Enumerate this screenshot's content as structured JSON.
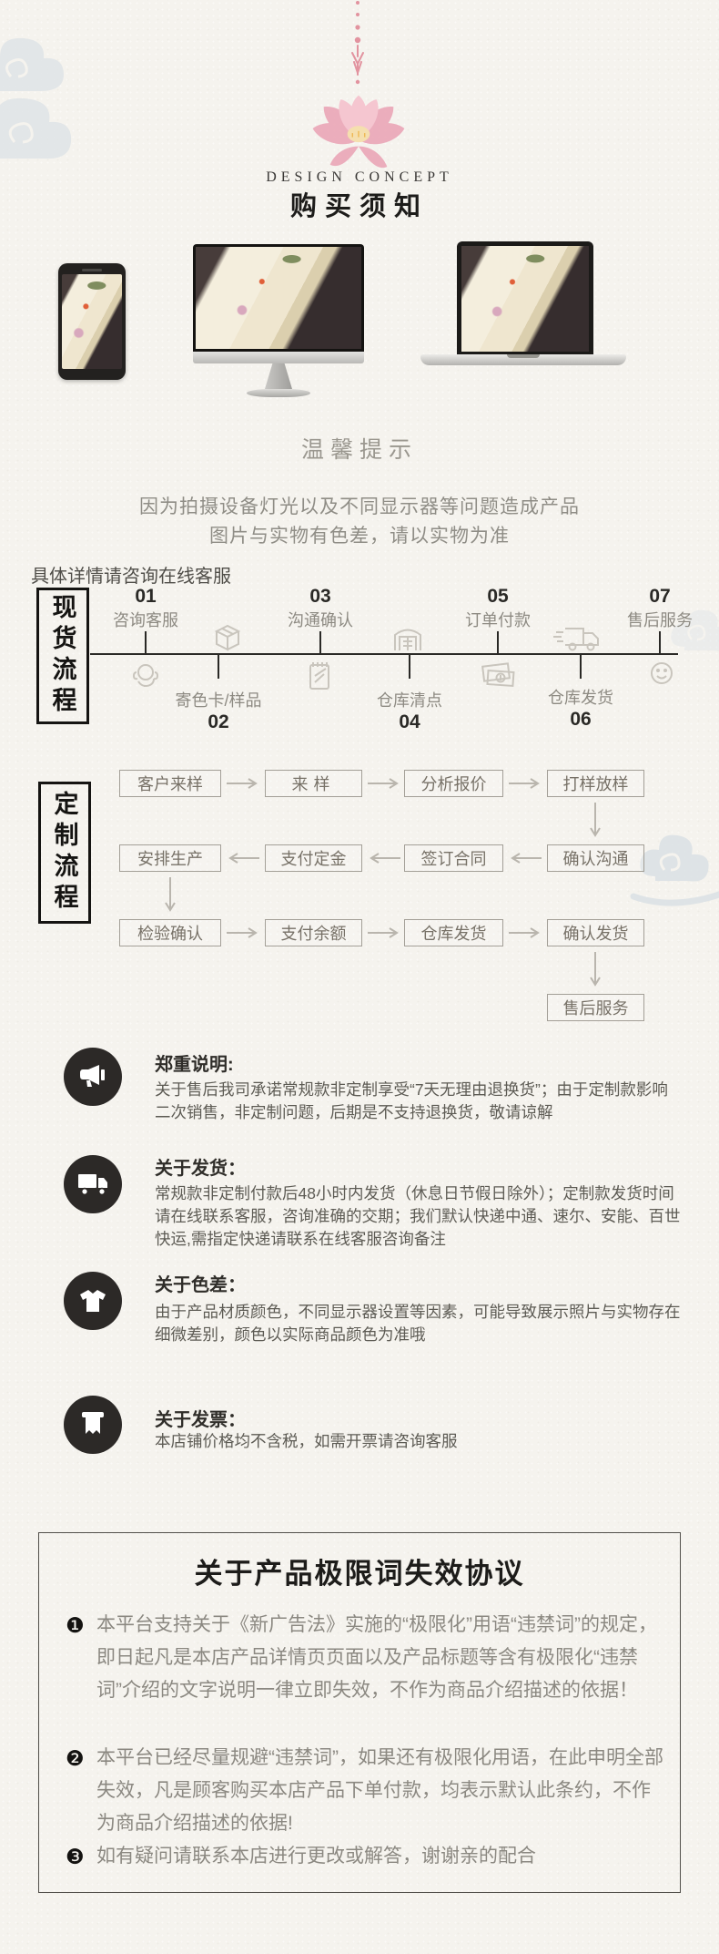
{
  "header": {
    "brand_caption": "DESIGN CONCEPT",
    "title": "购买须知"
  },
  "tips": {
    "heading": "温馨提示",
    "line1": "因为拍摄设备灯光以及不同显示器等问题造成产品",
    "line2": "图片与实物有色差，请以实物为准"
  },
  "consult_note": "具体详情请咨询在线客服",
  "spot_flow": {
    "label": "现货流程",
    "steps_top": [
      {
        "num": "01",
        "label": "咨询客服"
      },
      {
        "num": "03",
        "label": "沟通确认"
      },
      {
        "num": "05",
        "label": "订单付款"
      },
      {
        "num": "07",
        "label": "售后服务"
      }
    ],
    "steps_bottom": [
      {
        "num": "02",
        "label": "寄色卡/样品"
      },
      {
        "num": "04",
        "label": "仓库清点"
      },
      {
        "num": "06",
        "label": "仓库发货"
      }
    ],
    "icons_above": [
      "carton-box-icon",
      "warehouse-icon",
      "delivery-truck-icon"
    ],
    "icons_below": [
      "headset-agent-icon",
      "notepad-icon",
      "money-icon",
      "smiley-icon"
    ]
  },
  "custom_flow": {
    "label": "定制流程",
    "row1": [
      "客户来样",
      "来样",
      "分析报价",
      "打样放样"
    ],
    "row2": [
      "安排生产",
      "支付定金",
      "签订合同",
      "确认沟通"
    ],
    "row3": [
      "检验确认",
      "支付余额",
      "仓库发货",
      "确认发货"
    ],
    "row4": [
      "售后服务"
    ]
  },
  "notices": [
    {
      "icon": "megaphone-icon",
      "title": "郑重说明:",
      "body": "关于售后我司承诺常规款非定制享受“7天无理由退换货”；由于定制款影响二次销售，非定制问题，后期是不支持退换货，敬请谅解"
    },
    {
      "icon": "truck-icon",
      "title": "关于发货：",
      "body": "常规款非定制付款后48小时内发货（休息日节假日除外）；定制款发货时间请在线联系客服，咨询准确的交期；我们默认快递中通、速尔、安能、百世快运,需指定快递请联系在线客服咨询备注"
    },
    {
      "icon": "tshirt-icon",
      "title": "关于色差：",
      "body": "由于产品材质颜色，不同显示器设置等因素，可能导致展示照片与实物存在细微差别，颜色以实际商品颜色为准哦"
    },
    {
      "icon": "receipt-icon",
      "title": "关于发票：",
      "body": "本店铺价格均不含税，如需开票请咨询客服"
    }
  ],
  "agreement": {
    "title": "关于产品极限词失效协议",
    "items": [
      {
        "num": "❶",
        "text": "本平台支持关于《新广告法》实施的“极限化”用语“违禁词”的规定，即日起凡是本店产品详情页页面以及产品标题等含有极限化“违禁词”介绍的文字说明一律立即失效，不作为商品介绍描述的依据！"
      },
      {
        "num": "❷",
        "text": "本平台已经尽量规避“违禁词”，如果还有极限化用语，在此申明全部失效，凡是顾客购买本店产品下单付款，均表示默认此条约，不作为商品介绍描述的依据!"
      },
      {
        "num": "❸",
        "text": "如有疑问请联系本店进行更改或解答，谢谢亲的配合"
      }
    ]
  },
  "colors": {
    "background": "#f5f3ee",
    "accent_pink": "#e494a0",
    "ink_black": "#151412",
    "flow_gray": "#8d8a82",
    "cloud_gray": "#dde3e6"
  }
}
